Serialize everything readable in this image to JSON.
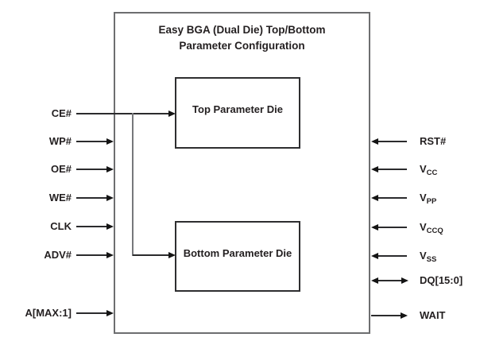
{
  "diagram": {
    "title_line1": "Easy BGA (Dual Die) Top/Bottom",
    "title_line2": "Parameter Configuration",
    "top_die_label": "Top Parameter Die",
    "bottom_die_label": "Bottom Parameter Die",
    "left_signals": [
      {
        "label": "CE#",
        "direction": "input",
        "routing": "to both dies"
      },
      {
        "label": "WP#",
        "direction": "input"
      },
      {
        "label": "OE#",
        "direction": "input"
      },
      {
        "label": "WE#",
        "direction": "input"
      },
      {
        "label": "CLK",
        "direction": "input"
      },
      {
        "label": "ADV#",
        "direction": "input"
      },
      {
        "label": "A[MAX:1]",
        "direction": "input"
      }
    ],
    "right_signals": [
      {
        "label": "RST#",
        "direction": "input"
      },
      {
        "label": "V",
        "sub": "CC",
        "direction": "input"
      },
      {
        "label": "V",
        "sub": "PP",
        "direction": "input"
      },
      {
        "label": "V",
        "sub": "CCQ",
        "direction": "input"
      },
      {
        "label": "V",
        "sub": "SS",
        "direction": "input"
      },
      {
        "label": "DQ[15:0]",
        "direction": "bidirectional"
      },
      {
        "label": "WAIT",
        "direction": "output"
      }
    ],
    "colors": {
      "background": "#ffffff",
      "outer_box_border": "#6d6e70",
      "die_box_border": "#2e2e30",
      "signal_line": "#2b2b2d",
      "arrowhead": "#141414",
      "text": "#231f20"
    }
  }
}
